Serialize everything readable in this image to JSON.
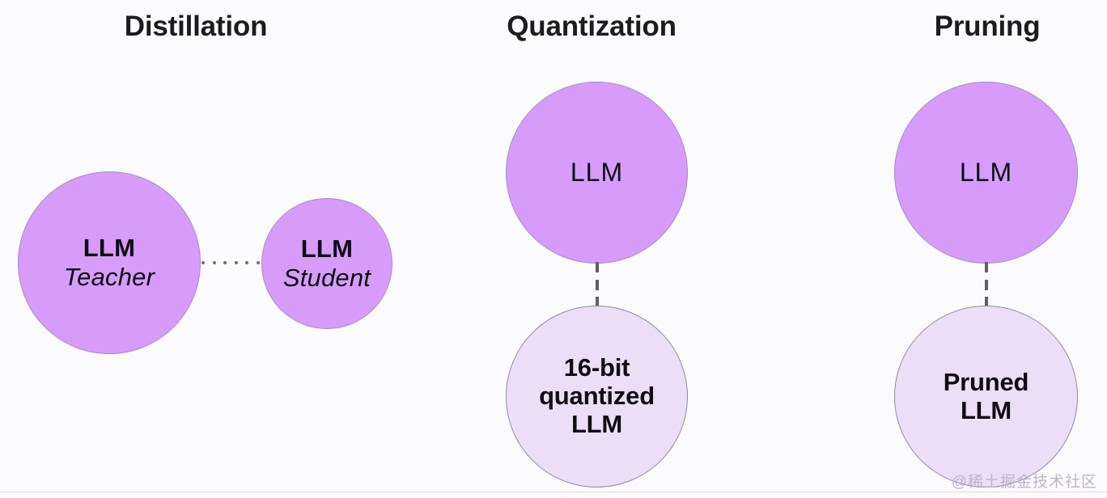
{
  "background_color": "#fbfafc",
  "colors": {
    "node_dark_fill": "#d79cfa",
    "node_dark_stroke": "#a98bc0",
    "node_light_fill": "#ecdef7",
    "node_light_stroke": "#8e8ba0",
    "connector": "#5f5f6a",
    "title_text": "#1c1c1e",
    "node_text": "#0d0d12",
    "watermark": "#b9aec4",
    "bottom_rule": "#e8d7e2"
  },
  "panels": [
    {
      "id": "distillation",
      "title": "Distillation",
      "nodes": [
        {
          "id": "teacher",
          "line1": "LLM",
          "line2": "Teacher",
          "style": "dark"
        },
        {
          "id": "student",
          "line1": "LLM",
          "line2": "Student",
          "style": "dark"
        }
      ],
      "connector": {
        "type": "dotted-horizontal",
        "dots": 6
      }
    },
    {
      "id": "quantization",
      "title": "Quantization",
      "nodes": [
        {
          "id": "quant-top",
          "line1": "LLM",
          "style": "dark"
        },
        {
          "id": "quant-bottom",
          "line1": "16-bit",
          "line2": "quantized",
          "line3": "LLM",
          "style": "light"
        }
      ],
      "connector": {
        "type": "dashed-vertical",
        "dashes": 3
      }
    },
    {
      "id": "pruning",
      "title": "Pruning",
      "nodes": [
        {
          "id": "prune-top",
          "line1": "LLM",
          "style": "dark"
        },
        {
          "id": "prune-bottom",
          "line1": "Pruned",
          "line2": "LLM",
          "style": "light"
        }
      ],
      "connector": {
        "type": "dashed-vertical",
        "dashes": 3
      }
    }
  ],
  "watermark": "@稀土掘金技术社区"
}
